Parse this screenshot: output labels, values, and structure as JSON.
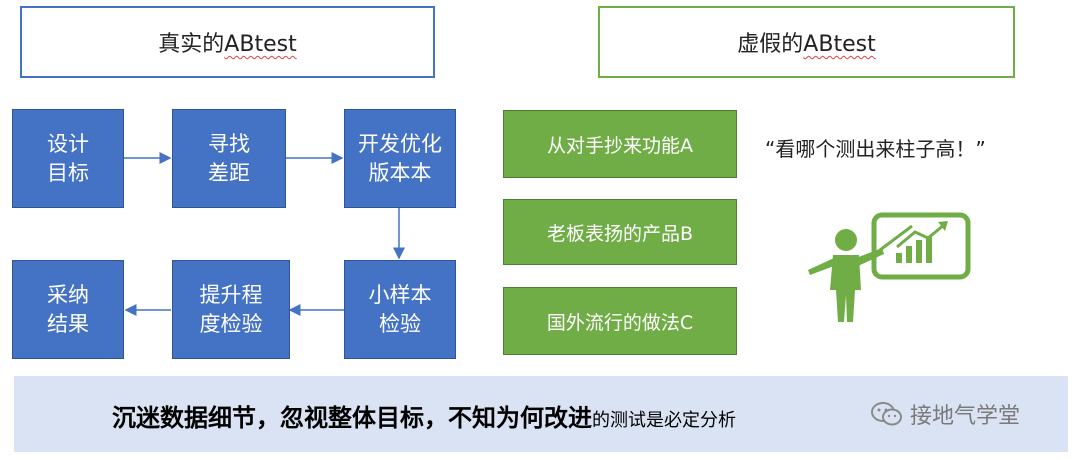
{
  "headers": {
    "real": "真实的ABtest",
    "fake": "虚假的ABtest"
  },
  "process": {
    "design_goal": "设计\n目标",
    "find_gap": "寻找\n差距",
    "develop_version": "开发优化\n版本本",
    "small_sample": "小样本\n检验",
    "lift_test": "提升程\n度检验",
    "adopt_result": "采纳\n结果"
  },
  "fake_options": [
    "从对手抄来功能A",
    "老板表扬的产品B",
    "国外流行的做法C"
  ],
  "quote": "“看哪个测出来柱子高！”",
  "banner": {
    "strong": "沉迷数据细节，忽视整体目标，不知为何改进",
    "tail": "的测试是必定分析"
  },
  "watermark": "接地气学堂",
  "colors": {
    "blue": "#4472c4",
    "green": "#70ad47",
    "banner_bg": "#dae3f3"
  }
}
